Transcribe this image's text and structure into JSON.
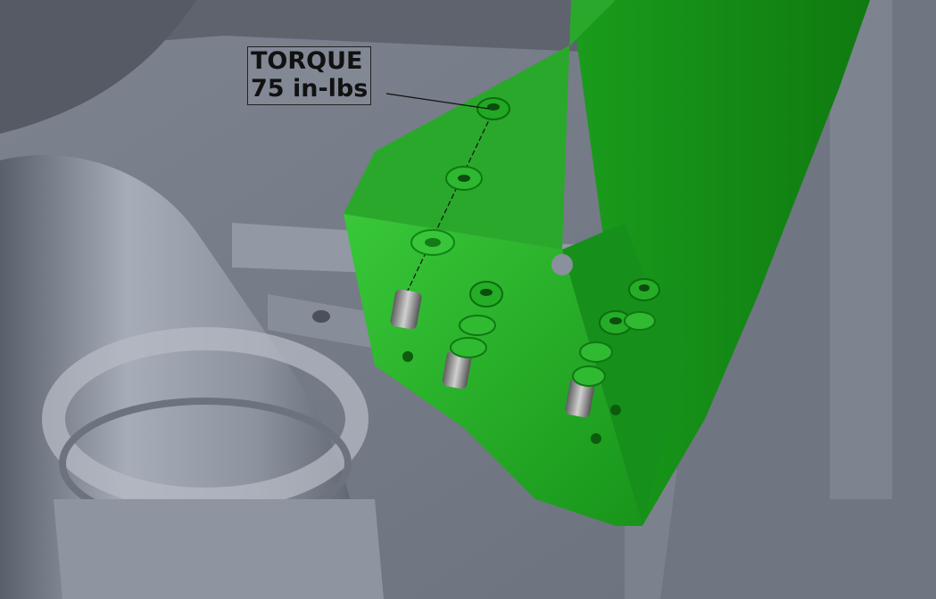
{
  "callout": {
    "line1": "TORQUE",
    "line2": "75 in-lbs"
  },
  "colors": {
    "bracket": "#2db52d",
    "bracket_dark": "#138a13",
    "chassis": "#8a909c",
    "background": "#5f6572"
  },
  "parts": [
    "mounting-bracket",
    "washer",
    "nut",
    "stud",
    "frame-rail",
    "axle-tube"
  ]
}
